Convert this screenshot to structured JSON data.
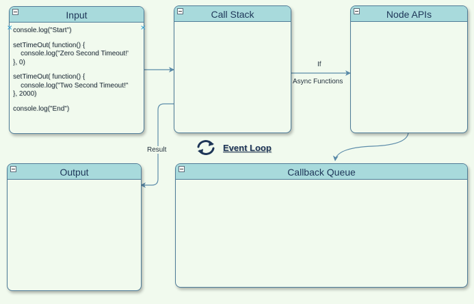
{
  "panels": {
    "input": {
      "title": "Input"
    },
    "call_stack": {
      "title": "Call Stack"
    },
    "node_apis": {
      "title": "Node APIs"
    },
    "output": {
      "title": "Output"
    },
    "callback_queue": {
      "title": "Callback Queue"
    }
  },
  "input_code": {
    "line1": "console.log(\"Start\")",
    "line2": "setTimeOut( function() {",
    "line3": "    console.log(\"Zero Second Timeout!'",
    "line4": "}, 0)",
    "line5": "setTimeOut( function() {",
    "line6": "    console.log(\"Two Second Timeout!\"",
    "line7": "}, 2000)",
    "line8": "console.log(\"End\")"
  },
  "edges": {
    "if_label": "If",
    "async_label": "Async Functions",
    "result_label": "Result"
  },
  "event_loop": {
    "label": "Event Loop",
    "icon": "refresh-icon"
  },
  "colors": {
    "background": "#f1faee",
    "header": "#a8dadc",
    "border": "#4d7a96",
    "arrow": "#5a8aa8",
    "text": "#1d3557"
  }
}
